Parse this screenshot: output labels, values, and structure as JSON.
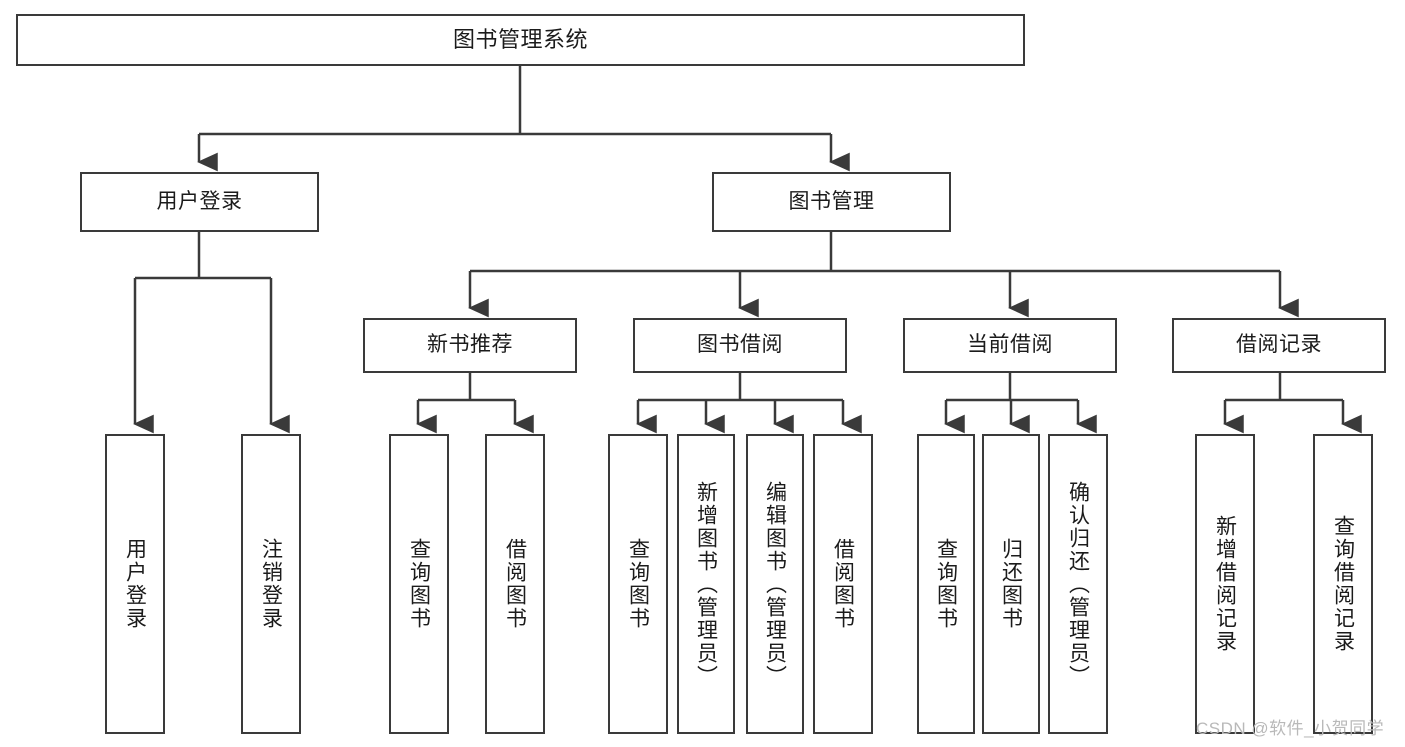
{
  "diagram": {
    "type": "tree-hierarchy",
    "title": "图书管理系统",
    "root": {
      "label": "图书管理系统"
    },
    "level2": [
      {
        "label": "用户登录"
      },
      {
        "label": "图书管理"
      }
    ],
    "level3": [
      {
        "label": "新书推荐"
      },
      {
        "label": "图书借阅"
      },
      {
        "label": "当前借阅"
      },
      {
        "label": "借阅记录"
      }
    ],
    "leaves": [
      {
        "label": "用户登录"
      },
      {
        "label": "注销登录"
      },
      {
        "label": "查询图书"
      },
      {
        "label": "借阅图书"
      },
      {
        "label": "查询图书"
      },
      {
        "label": "新增图书（管理员）"
      },
      {
        "label": "编辑图书（管理员）"
      },
      {
        "label": "借阅图书"
      },
      {
        "label": "查询图书"
      },
      {
        "label": "归还图书"
      },
      {
        "label": "确认归还（管理员）"
      },
      {
        "label": "新增借阅记录"
      },
      {
        "label": "查询借阅记录"
      }
    ]
  },
  "watermark": {
    "text": "CSDN @软件_小贺同学"
  },
  "colors": {
    "stroke": "#3a3a3a",
    "text": "#1b1b1b",
    "background": "#ffffff",
    "watermark": "#b9b9b9"
  }
}
